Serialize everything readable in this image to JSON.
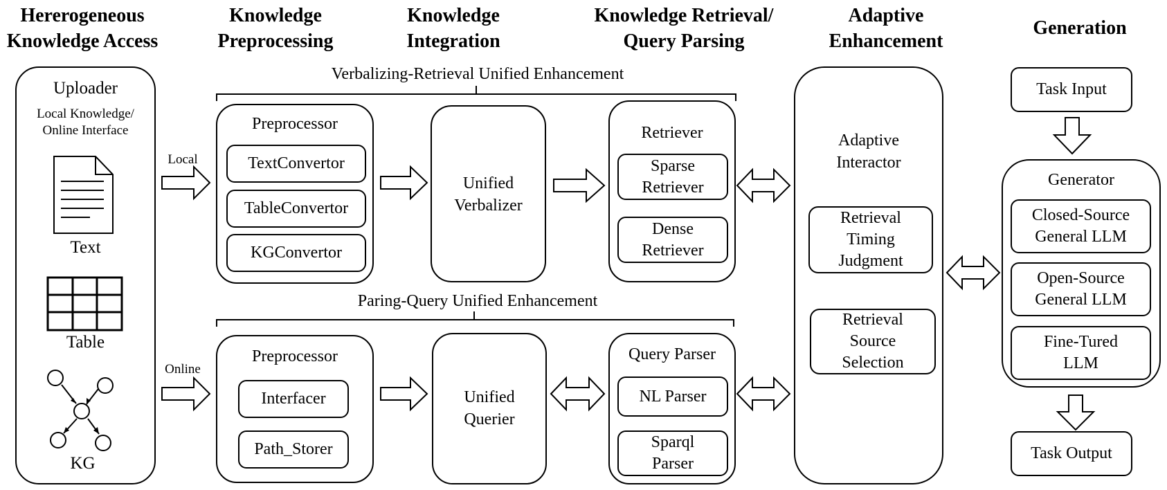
{
  "headers": {
    "h1_line1": "Hererogeneous",
    "h1_line2": "Knowledge Access",
    "h2_line1": "Knowledge",
    "h2_line2": "Preprocessing",
    "h3_line1": "Knowledge",
    "h3_line2": "Integration",
    "h4_line1": "Knowledge Retrieval/",
    "h4_line2": "Query Parsing",
    "h5_line1": "Adaptive",
    "h5_line2": "Enhancement",
    "h6": "Generation"
  },
  "uploader": {
    "title": "Uploader",
    "subtitle_line1": "Local Knowledge/",
    "subtitle_line2": "Online Interface",
    "text_label": "Text",
    "table_label": "Table",
    "kg_label": "KG"
  },
  "arrows": {
    "local_label": "Local",
    "online_label": "Online"
  },
  "top_pipeline": {
    "bracket_label": "Verbalizing-Retrieval Unified Enhancement",
    "preprocessor_title": "Preprocessor",
    "convertors": [
      "TextConvertor",
      "TableConvertor",
      "KGConvertor"
    ],
    "verbalizer_line1": "Unified",
    "verbalizer_line2": "Verbalizer",
    "retriever_title": "Retriever",
    "sparse_line1": "Sparse",
    "sparse_line2": "Retriever",
    "dense_line1": "Dense",
    "dense_line2": "Retriever"
  },
  "bottom_pipeline": {
    "bracket_label": "Paring-Query Unified Enhancement",
    "preprocessor_title": "Preprocessor",
    "interfacer": "Interfacer",
    "path_storer": "Path_Storer",
    "querier_line1": "Unified",
    "querier_line2": "Querier",
    "parser_title": "Query Parser",
    "nl_parser": "NL Parser",
    "sparql_line1": "Sparql",
    "sparql_line2": "Parser"
  },
  "adaptive": {
    "title_line1": "Adaptive",
    "title_line2": "Interactor",
    "timing_line1": "Retrieval",
    "timing_line2": "Timing",
    "timing_line3": "Judgment",
    "source_line1": "Retrieval",
    "source_line2": "Source",
    "source_line3": "Selection"
  },
  "generation": {
    "task_input": "Task Input",
    "generator_title": "Generator",
    "closed_line1": "Closed-Source",
    "closed_line2": "General LLM",
    "open_line1": "Open-Source",
    "open_line2": "General LLM",
    "fine_line1": "Fine-Tured",
    "fine_line2": "LLM",
    "task_output": "Task Output"
  }
}
